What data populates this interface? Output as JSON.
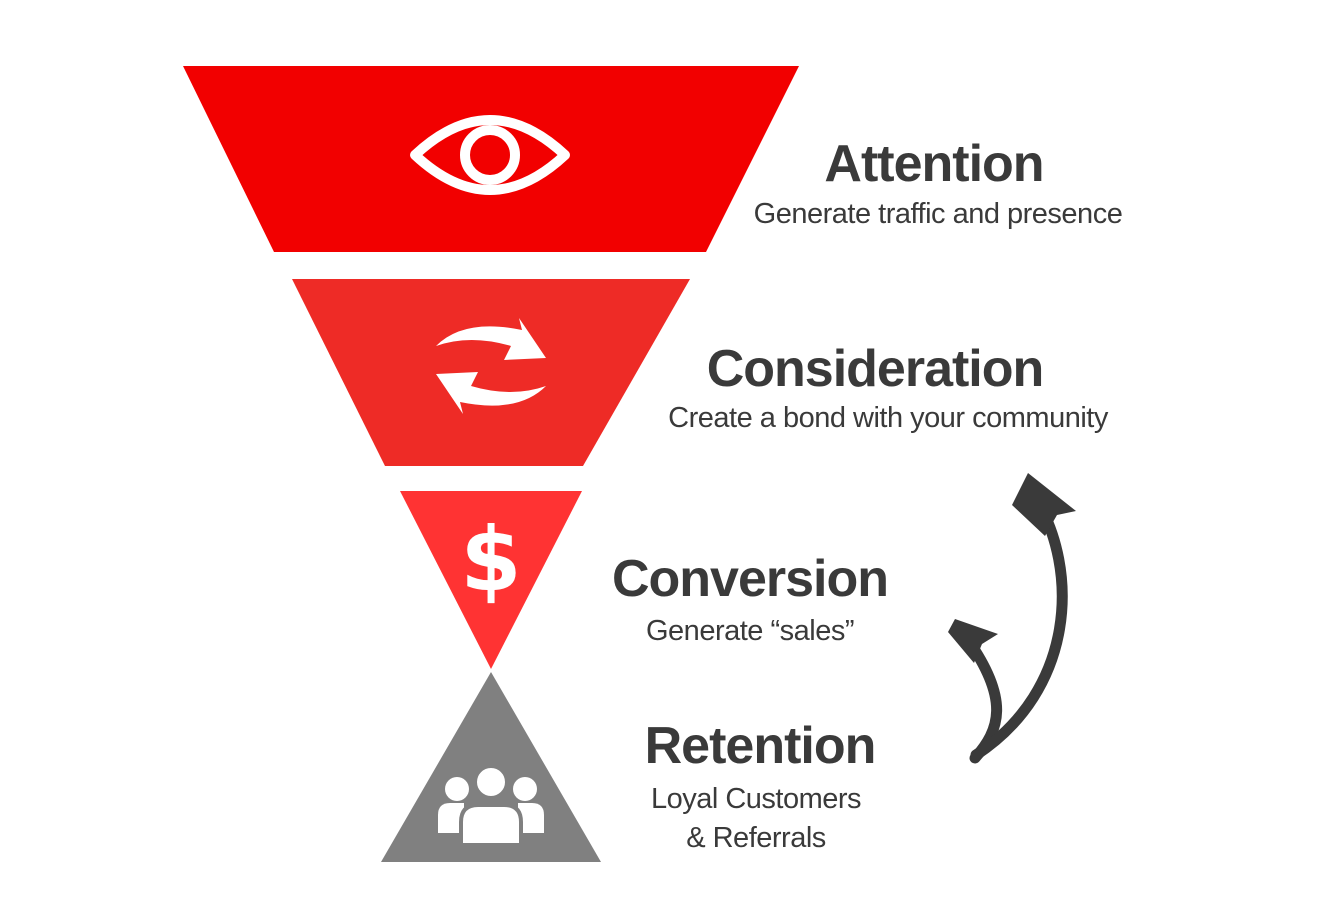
{
  "colors": {
    "attention": "#f20000",
    "consideration": "#ee2b26",
    "conversion": "#ff3333",
    "retention": "#808080",
    "icon": "#ffffff",
    "text": "#3a3a3a",
    "arrow": "#3a3a3a"
  },
  "stages": [
    {
      "key": "attention",
      "title": "Attention",
      "description": [
        "Generate traffic and presence"
      ],
      "icon": "eye-icon"
    },
    {
      "key": "consideration",
      "title": "Consideration",
      "description": [
        "Create a bond with your community"
      ],
      "icon": "refresh-arrows-icon"
    },
    {
      "key": "conversion",
      "title": "Conversion",
      "description": [
        "Generate “sales”"
      ],
      "icon": "dollar-sign-icon"
    },
    {
      "key": "retention",
      "title": "Retention",
      "description": [
        "Loyal Customers",
        "& Referrals"
      ],
      "icon": "people-group-icon"
    }
  ],
  "icons": {
    "dollar_glyph": "$"
  },
  "feedback_arrows": [
    "retention-to-conversion-arrow",
    "retention-to-consideration-arrow"
  ]
}
